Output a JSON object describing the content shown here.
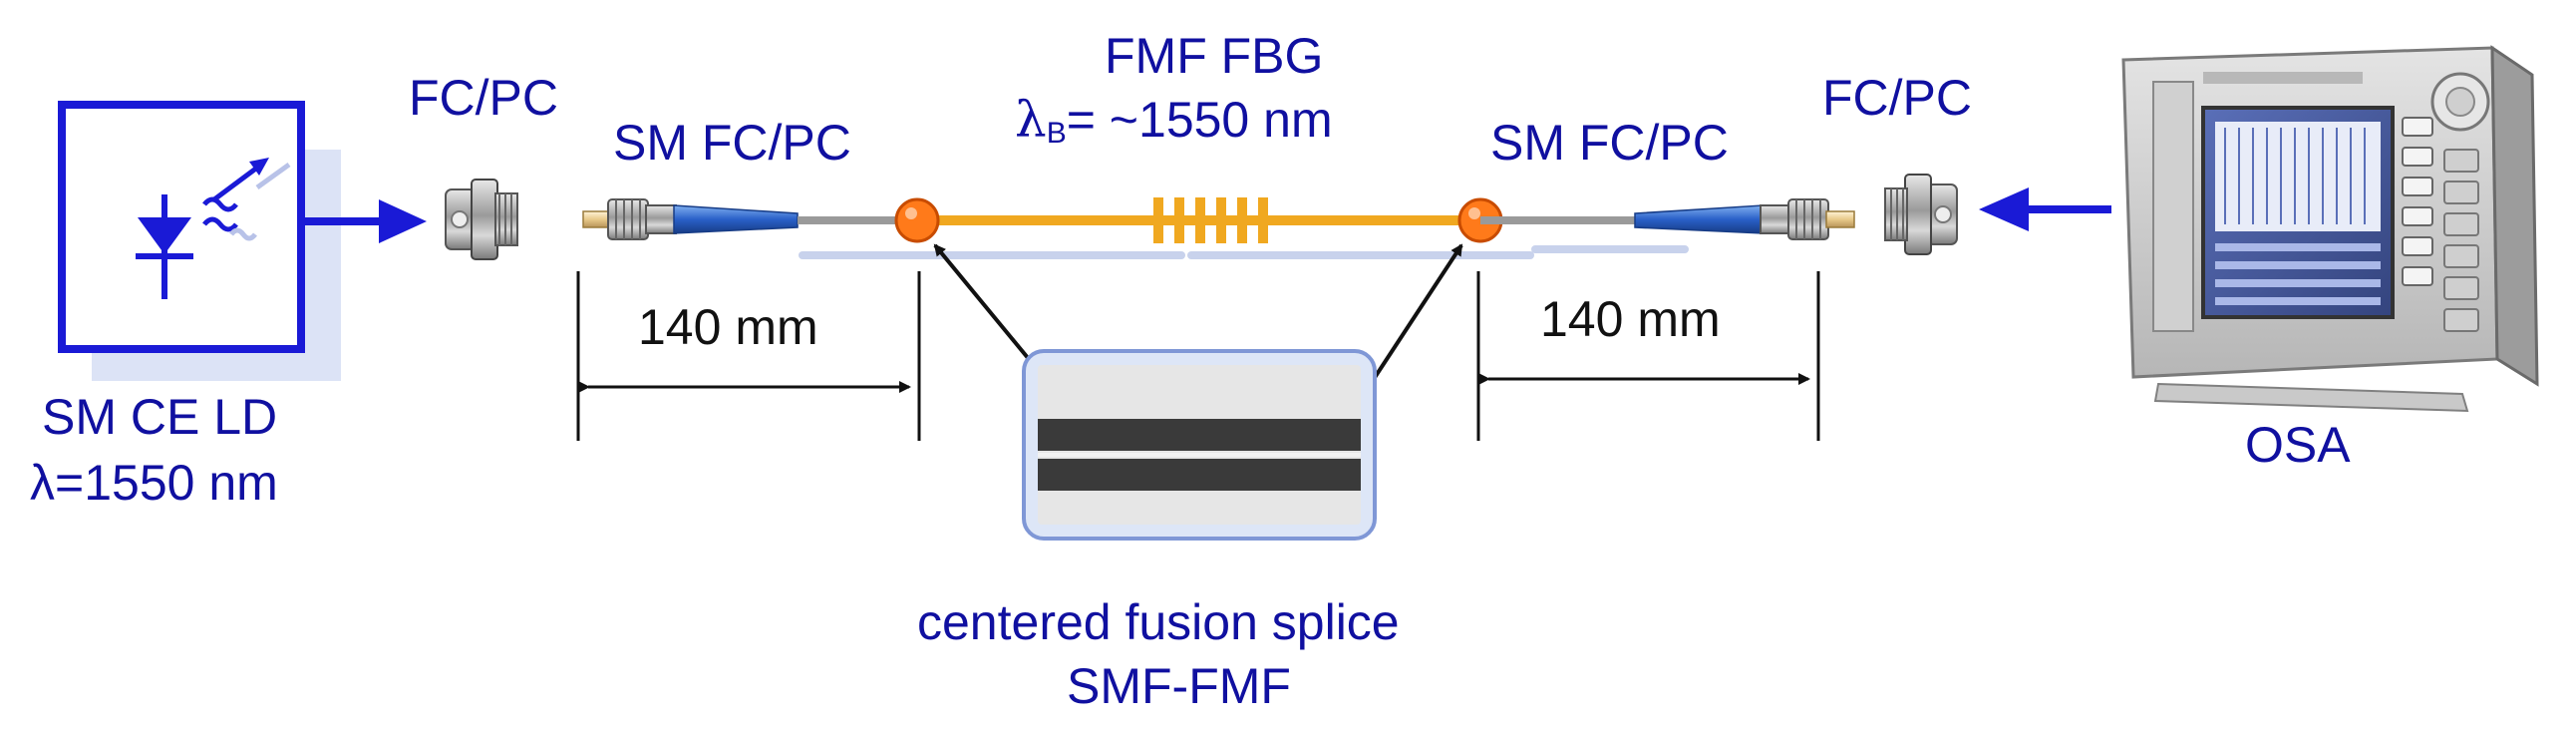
{
  "labels": {
    "fcpc_left": "FC/PC",
    "fcpc_right": "FC/PC",
    "sm_fcpc_left": "SM FC/PC",
    "sm_fcpc_right": "SM FC/PC",
    "fmf_fbg": "FMF FBG",
    "bragg_symbol": "λ",
    "bragg_subscript": "B",
    "bragg_value": "= ~1550 nm",
    "length_left": "140 mm",
    "length_right": "140 mm",
    "laser_name": "SM CE LD",
    "laser_wavelength": "λ=1550 nm",
    "osa": "OSA",
    "splice_line1": "centered fusion splice",
    "splice_line2": "SMF-FMF"
  },
  "icons": {
    "laser": "laser-diode-icon",
    "connector": "fc-connector-icon",
    "osa": "osa-instrument-icon"
  },
  "colors": {
    "label_blue": "#1010a0",
    "block_blue": "#1a1ad6",
    "fmf_orange": "#f0a820",
    "splice_orange": "#ff7a1a",
    "smf_gray": "#9a9a9a",
    "fiber_blue": "#2a60c8"
  }
}
